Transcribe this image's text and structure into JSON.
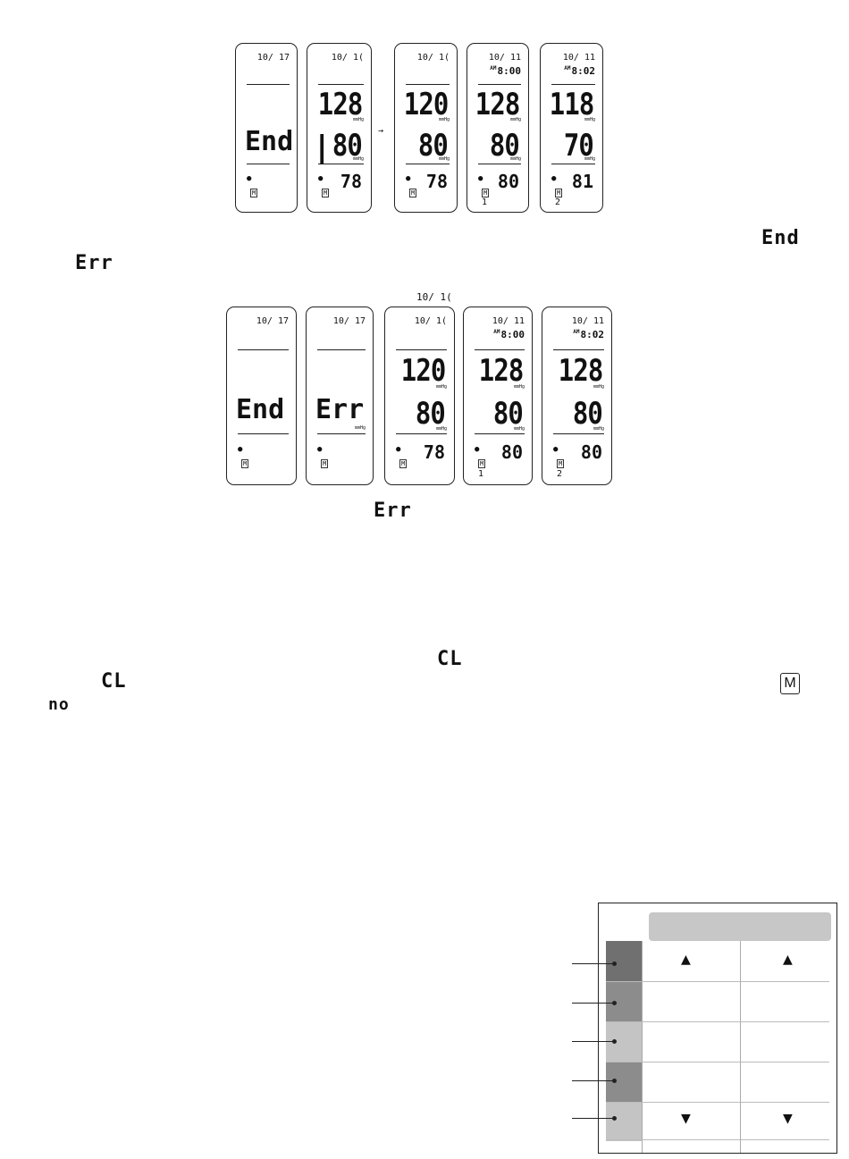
{
  "row1": [
    {
      "date": "10/ 17",
      "time": "",
      "am": "",
      "main": "End",
      "dia": "",
      "pulse": "",
      "memno": "",
      "mark": "",
      "m": "M"
    },
    {
      "date": "10/ 1(",
      "time": "",
      "am": "",
      "sys": "128",
      "dia": "80",
      "pulse": "78",
      "memno": "",
      "mark": "|",
      "m": "M",
      "unit": "mmHg"
    },
    {
      "date": "10/ 1(",
      "time": "",
      "am": "",
      "sys": "120",
      "dia": "80",
      "pulse": "78",
      "memno": "",
      "mark": "",
      "m": "M",
      "unit": "mmHg"
    },
    {
      "date": "10/ 11",
      "time": "8:00",
      "am": "AM",
      "sys": "128",
      "dia": "80",
      "pulse": "80",
      "memno": "1",
      "mark": "",
      "m": "M",
      "unit": "mmHg"
    },
    {
      "date": "10/ 11",
      "time": "8:02",
      "am": "AM",
      "sys": "118",
      "dia": "70",
      "pulse": "81",
      "memno": "2",
      "mark": "",
      "m": "M",
      "unit": "mmHg"
    }
  ],
  "row2": [
    {
      "date": "10/ 17",
      "time": "",
      "am": "",
      "main": "End",
      "dia": "",
      "pulse": "",
      "memno": "",
      "m": "M"
    },
    {
      "date": "10/ 17",
      "time": "",
      "am": "",
      "main": "Err",
      "dia": "",
      "pulse": "",
      "memno": "",
      "m": "M",
      "unit": "mmHg"
    },
    {
      "date": "10/ 1(",
      "time": "",
      "am": "",
      "sys": "120",
      "dia": "80",
      "pulse": "78",
      "memno": "",
      "m": "M",
      "unit": "mmHg"
    },
    {
      "date": "10/ 11",
      "time": "8:00",
      "am": "AM",
      "sys": "128",
      "dia": "80",
      "pulse": "80",
      "memno": "1",
      "m": "M",
      "unit": "mmHg"
    },
    {
      "date": "10/ 11",
      "time": "8:02",
      "am": "AM",
      "sys": "128",
      "dia": "80",
      "pulse": "80",
      "memno": "2",
      "m": "M",
      "unit": "mmHg"
    }
  ],
  "flash_above": "10/ 1(",
  "arrow": "→",
  "inline": {
    "end_right": "End",
    "err_left": "Err",
    "err_mid": "Err",
    "cl_1": "CL",
    "cl_2": "CL",
    "m_box": "M",
    "no": "no"
  },
  "table": {
    "arrow_up": "▲",
    "arrow_down": "▼",
    "band_colors": [
      "#707070",
      "#8c8c8c",
      "#c4c4c4",
      "#8c8c8c",
      "#c4c4c4"
    ],
    "header_color": "#c7c7c7"
  }
}
